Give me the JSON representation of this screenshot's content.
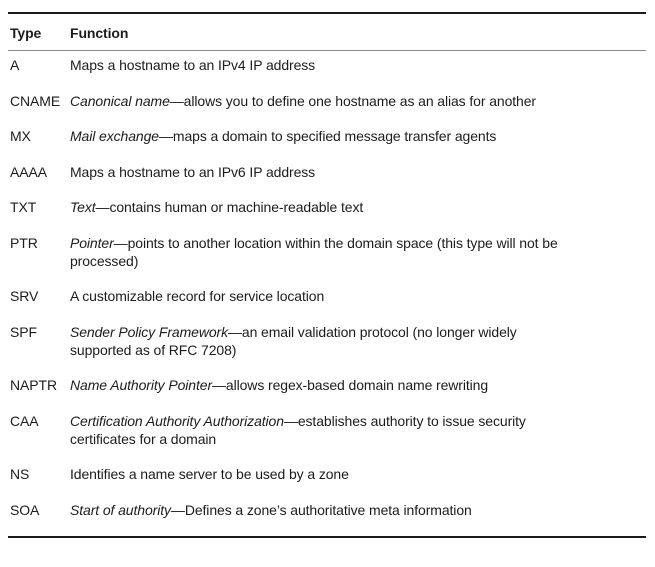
{
  "table": {
    "headers": [
      "Type",
      "Function"
    ],
    "rows": [
      {
        "type": "A",
        "term": "",
        "lines": [
          "Maps a hostname to an IPv4 IP address"
        ]
      },
      {
        "type": "CNAME",
        "term": "Canonical name",
        "lines": [
          "—allows you to define one hostname as an alias for another"
        ]
      },
      {
        "type": "MX",
        "term": "Mail exchange",
        "lines": [
          "—maps a domain to specified message transfer agents"
        ]
      },
      {
        "type": "AAAA",
        "term": "",
        "lines": [
          "Maps a hostname to an IPv6 IP address"
        ]
      },
      {
        "type": "TXT",
        "term": "Text",
        "lines": [
          "—contains human or machine-readable text"
        ]
      },
      {
        "type": "PTR",
        "term": "Pointer",
        "lines": [
          "—points to another location within the domain space (this type will not be",
          "processed)"
        ]
      },
      {
        "type": "SRV",
        "term": "",
        "lines": [
          "A customizable record for service location"
        ]
      },
      {
        "type": "SPF",
        "term": "Sender Policy Framework",
        "lines": [
          "—an email validation protocol (no longer widely",
          "supported as of RFC 7208)"
        ]
      },
      {
        "type": "NAPTR",
        "term": "Name Authority Pointer",
        "lines": [
          "—allows regex-based domain name rewriting"
        ]
      },
      {
        "type": "CAA",
        "term": "Certification Authority Authorization",
        "lines": [
          "—establishes authority to issue security",
          "certificates for a domain"
        ]
      },
      {
        "type": "NS",
        "term": "",
        "lines": [
          "Identifies a name server to be used by a zone"
        ]
      },
      {
        "type": "SOA",
        "term": "Start of authority",
        "lines": [
          "—Defines a zone’s authoritative meta information"
        ]
      }
    ],
    "colors": {
      "text": "#1c1c1c",
      "thick_rule": "#1a1a1a",
      "separator_rule": "#8a8a8a",
      "background": "#ffffff"
    }
  }
}
